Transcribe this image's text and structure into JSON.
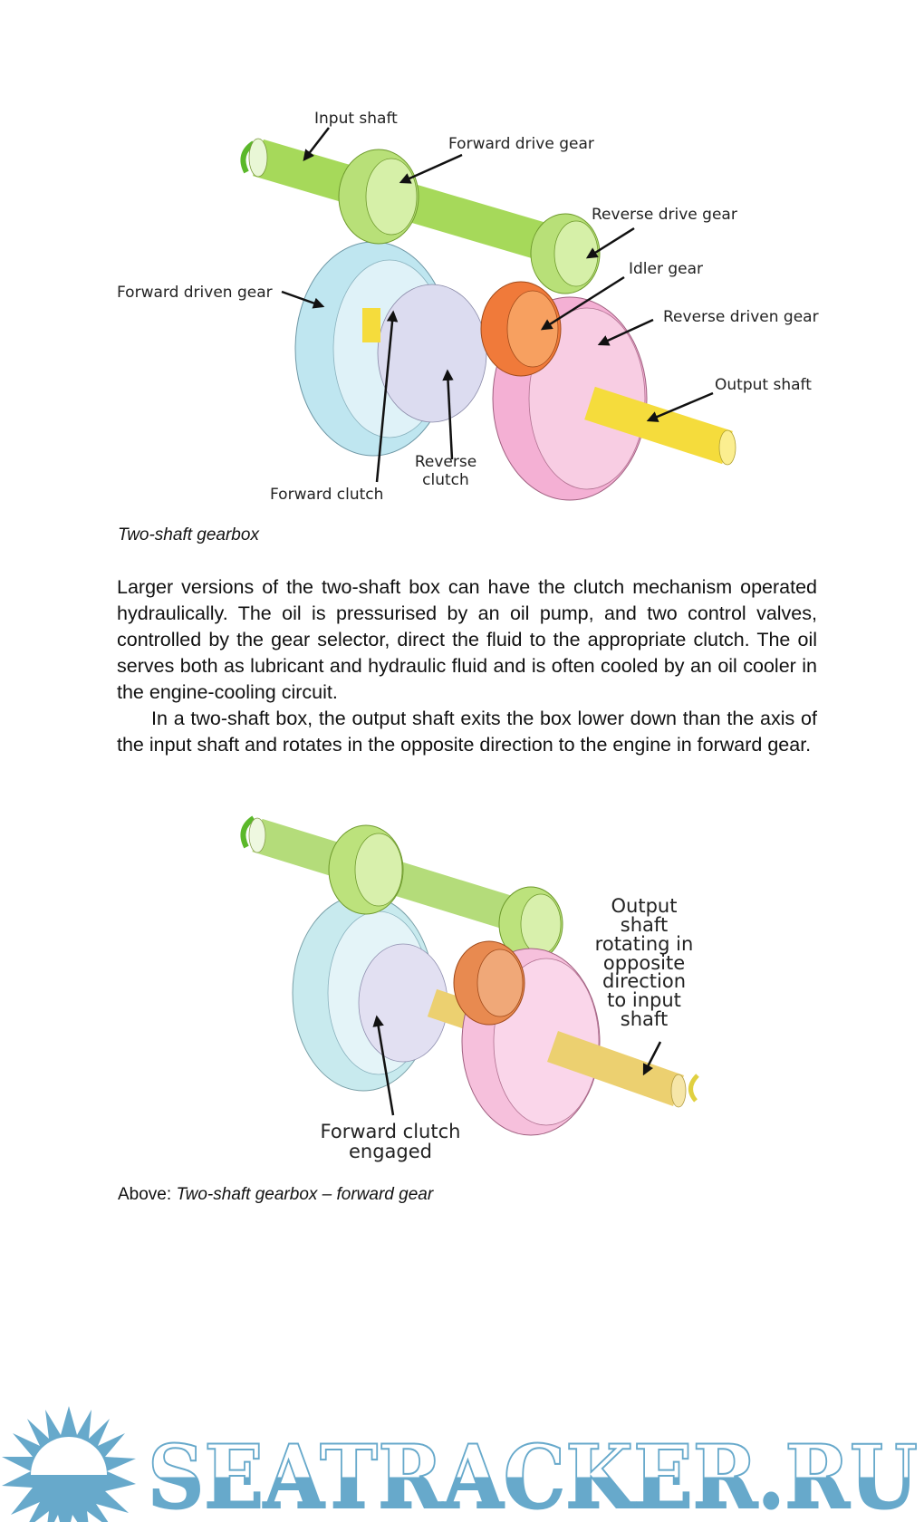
{
  "figure1": {
    "labels": {
      "input_shaft": "Input shaft",
      "forward_drive_gear": "Forward drive gear",
      "reverse_drive_gear": "Reverse drive gear",
      "idler_gear": "Idler gear",
      "reverse_driven_gear": "Reverse driven gear",
      "output_shaft": "Output shaft",
      "forward_driven_gear": "Forward driven gear",
      "reverse_clutch_line1": "Reverse",
      "reverse_clutch_line2": "clutch",
      "forward_clutch": "Forward clutch"
    },
    "caption": "Two-shaft gearbox"
  },
  "body": {
    "paragraph1": "Larger versions of the two-shaft box can have the clutch mechanism operated hydraulically. The oil is pressurised by an oil pump, and two control valves, controlled by the gear selector, direct the fluid to the appropriate clutch. The oil serves both as lubricant and hydraulic fluid and is often cooled by an oil cooler in the engine-cooling circuit.",
    "paragraph2": "In a two-shaft box, the output shaft exits the box lower down than the axis of the input shaft and rotates in the opposite direction to the engine in forward gear."
  },
  "figure2": {
    "labels": {
      "output_note": [
        "Output",
        "shaft",
        "rotating in",
        "opposite",
        "direction",
        "to input",
        "shaft"
      ],
      "forward_clutch_engaged": [
        "Forward clutch",
        "engaged"
      ]
    },
    "caption_prefix": "Above: ",
    "caption_title": "Two-shaft gearbox – forward gear"
  },
  "watermark": {
    "text": "SEATRACKER.RU",
    "color": "#67a9cb"
  },
  "colors": {
    "shaft_green": "#a6d95a",
    "driven_blue": "#bfe6f0",
    "clutch_lavender": "#dcdcf0",
    "idler_orange": "#f07a3a",
    "driven_pink": "#f4b0d4",
    "output_yellow": "#f5dc3c"
  }
}
